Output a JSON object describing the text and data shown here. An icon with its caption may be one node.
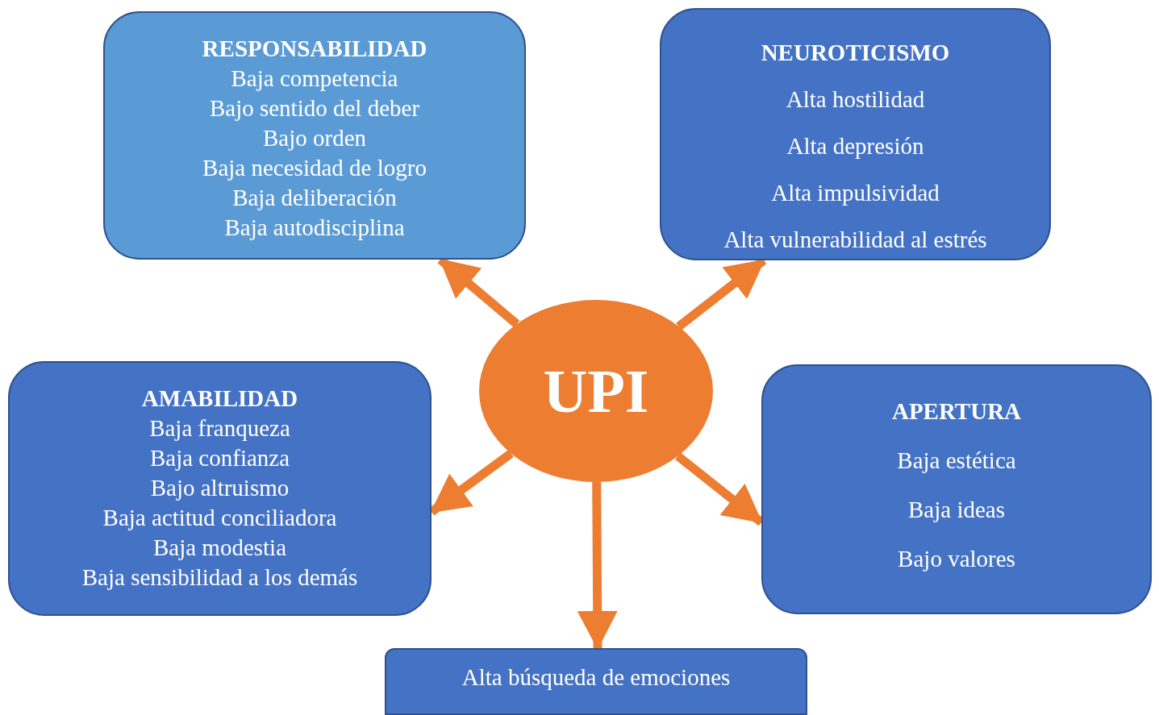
{
  "diagram": {
    "nodes": [
      {
        "text": [
          "RESPONSABILIDAD",
          "Baja competencia",
          "Bajo sentido del deber",
          "Bajo orden",
          "Baja necesidad de logro",
          "Baja deliberación",
          "Baja autodisciplina"
        ]
      },
      {
        "text": [
          "NEUROTICISMO",
          "Alta hostilidad",
          "Alta depresión",
          "Alta impulsividad",
          "Alta vulnerabilidad al estrés"
        ]
      },
      {
        "text": [
          "UPI"
        ]
      },
      {
        "text": [
          "AMABILIDAD",
          "Baja franqueza",
          "Baja confianza",
          "Bajo altruismo",
          "Baja actitud conciliadora",
          "Baja modestia",
          "Baja sensibilidad a los demás"
        ]
      },
      {
        "text": [
          "APERTURA",
          "Baja estética",
          "Baja ideas",
          "Bajo valores"
        ]
      },
      {
        "text": [
          "Alta búsqueda de emociones"
        ]
      }
    ],
    "edges": [
      {
        "from": 2,
        "to": 0,
        "arrow": "to"
      },
      {
        "from": 2,
        "to": 1,
        "arrow": "to"
      },
      {
        "from": 2,
        "to": 3,
        "arrow": "to"
      },
      {
        "from": 2,
        "to": 4,
        "arrow": "to"
      },
      {
        "from": 2,
        "to": 5,
        "arrow": "to"
      }
    ]
  }
}
